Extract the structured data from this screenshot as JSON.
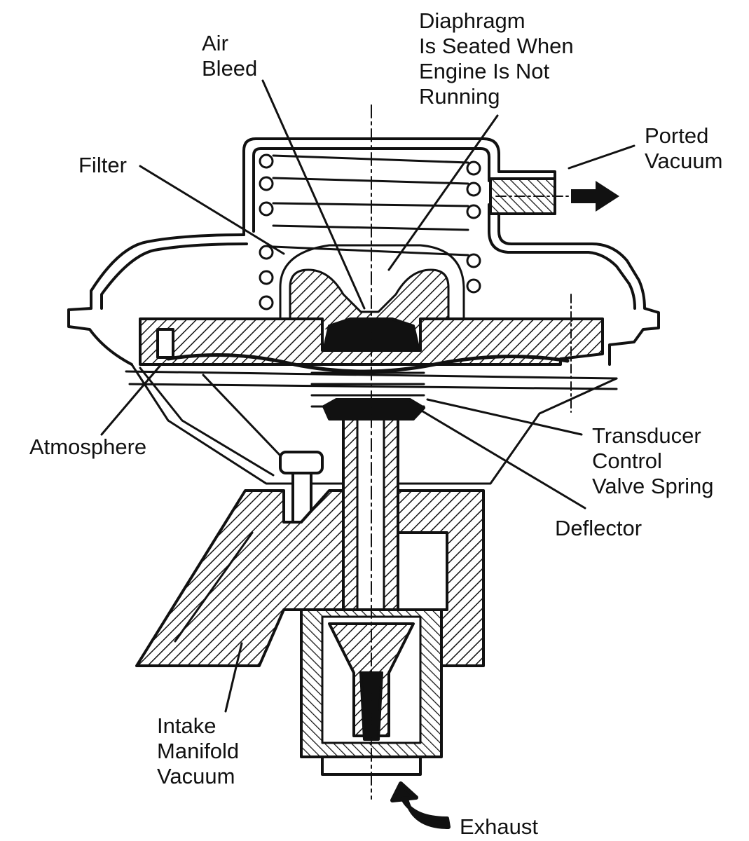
{
  "labels": {
    "air_bleed": [
      "Air",
      "Bleed"
    ],
    "diaphragm": [
      "Diaphragm",
      "Is Seated When",
      "Engine Is Not",
      "Running"
    ],
    "ported_vacuum": [
      "Ported",
      "Vacuum"
    ],
    "filter": [
      "Filter"
    ],
    "atmosphere": [
      "Atmosphere"
    ],
    "transducer_spring": [
      "Transducer",
      "Control",
      "Valve Spring"
    ],
    "deflector": [
      "Deflector"
    ],
    "intake_manifold_vacuum": [
      "Intake",
      "Manifold",
      "Vacuum"
    ],
    "exhaust": [
      "Exhaust"
    ]
  },
  "colors": {
    "ink": "#111111",
    "paper": "#ffffff"
  }
}
